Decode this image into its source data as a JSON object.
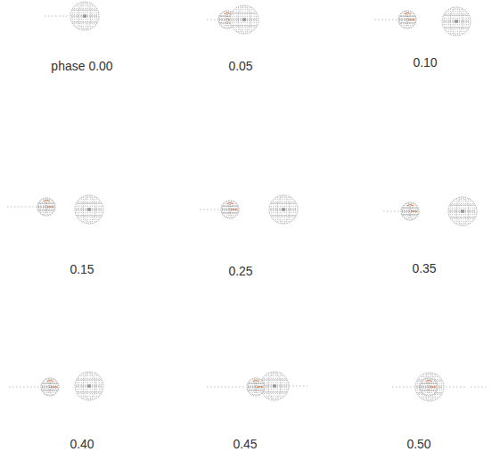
{
  "diagram": {
    "labels": [
      "phase 0.00",
      "0.05",
      "0.10",
      "0.15",
      "0.25",
      "0.35",
      "0.40",
      "0.45",
      "0.50"
    ]
  }
}
